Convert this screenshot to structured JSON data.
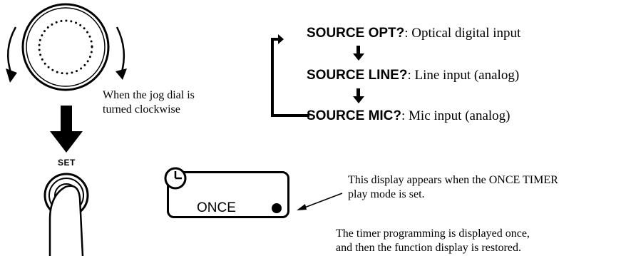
{
  "jog_dial": {
    "icon": "jog-dial-icon",
    "caption_line1": "When the jog dial is",
    "caption_line2": "turned clockwise"
  },
  "set_button": {
    "label": "SET"
  },
  "source_cycle": [
    {
      "label": "SOURCE OPT?",
      "description": "Optical digital input"
    },
    {
      "label": "SOURCE LINE?",
      "description": "Line input (analog)"
    },
    {
      "label": "SOURCE MIC?",
      "description": "Mic input (analog)"
    }
  ],
  "display": {
    "text": "ONCE",
    "icons": [
      "clock-icon",
      "record-dot-icon"
    ]
  },
  "notes": {
    "appear_line1": "This display appears when the ONCE TIMER",
    "appear_line2": "play mode is set.",
    "restore_line1": "The timer programming is displayed once,",
    "restore_line2": "and then the function display is restored."
  }
}
